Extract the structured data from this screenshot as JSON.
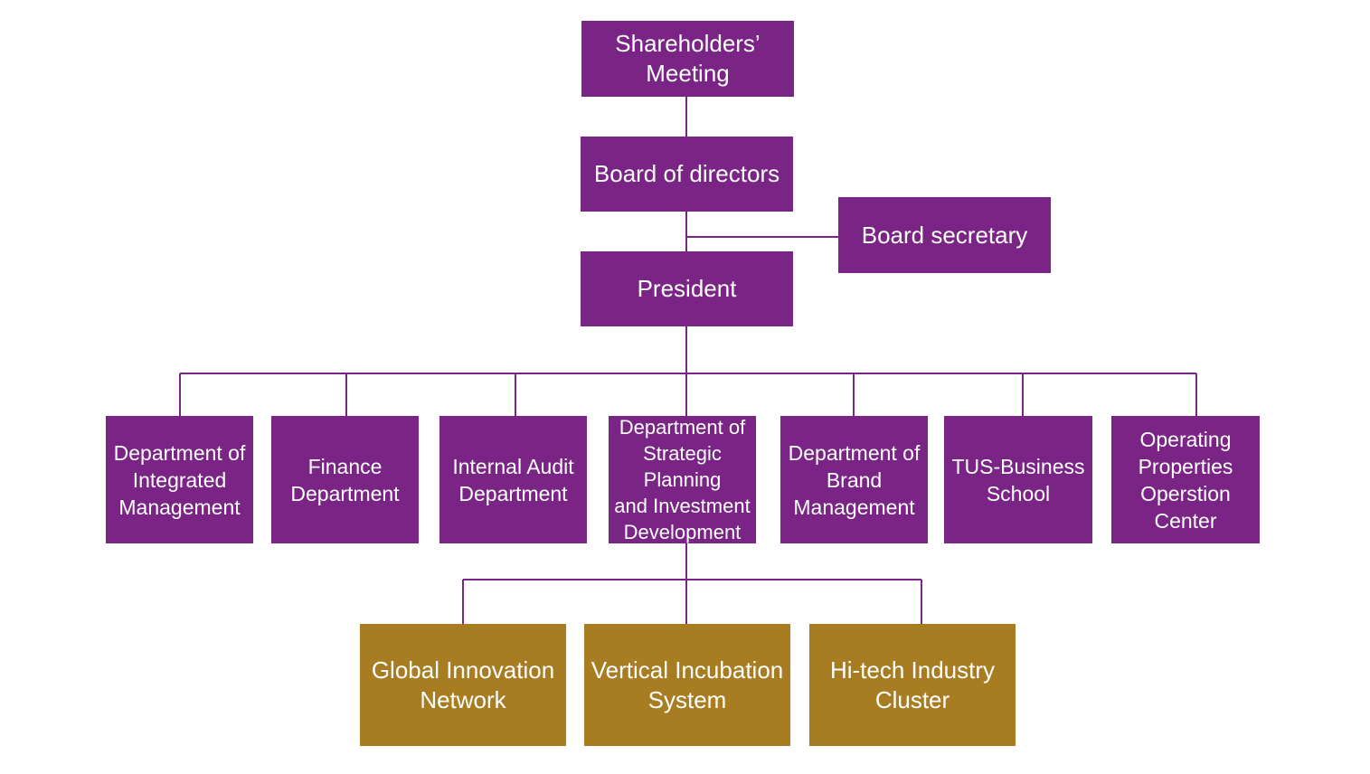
{
  "colors": {
    "leadership_fill": "#7a2585",
    "platform_fill": "#a87d22",
    "connector": "#7a2585",
    "text": "#ffffff"
  },
  "org_chart": {
    "shareholders": "Shareholders’\nMeeting",
    "board": "Board of directors",
    "board_secretary": "Board secretary",
    "president": "President",
    "departments": [
      "Department of\nIntegrated\nManagement",
      "Finance\nDepartment",
      "Internal Audit\nDepartment",
      "Department of\nStrategic\nPlanning\nand Investment\nDevelopment",
      "Department of\nBrand\nManagement",
      "TUS-Business\nSchool",
      "Operating\nProperties\nOperstion\nCenter"
    ],
    "platforms": [
      "Global Innovation\nNetwork",
      "Vertical Incubation\nSystem",
      "Hi-tech Industry\nCluster"
    ]
  }
}
